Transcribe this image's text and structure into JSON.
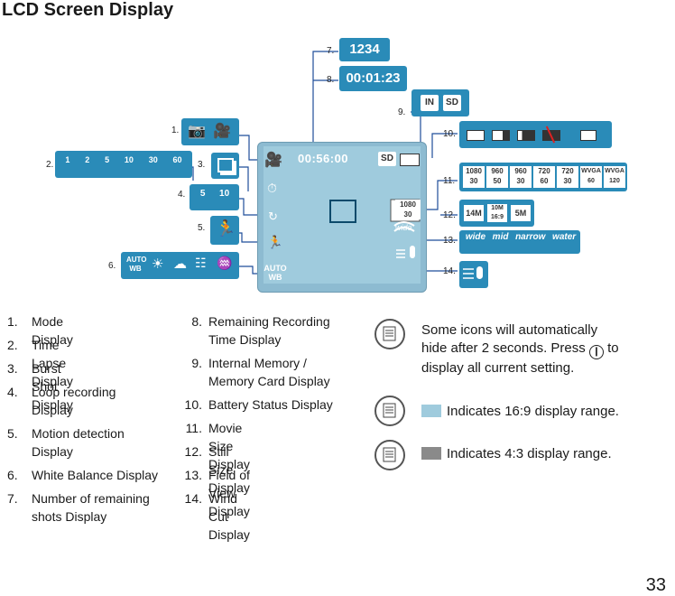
{
  "title": "LCD Screen Display",
  "callout_numbers": [
    "1.",
    "2.",
    "3.",
    "4.",
    "5.",
    "6.",
    "7.",
    "8.",
    "9.",
    "10.",
    "11.",
    "12.",
    "13.",
    "14."
  ],
  "lcd": {
    "recording_time": "00:56:00",
    "card_badge": "SD",
    "movie_size": "1080",
    "movie_fps": "30",
    "fov": "wide",
    "awb": "AUTO\nWB"
  },
  "remaining_shots": "1234",
  "remaining_time": "00:01:23",
  "memory_icons": [
    "IN",
    "SD"
  ],
  "time_lapse_icons": [
    "1",
    "2",
    "5",
    "10",
    "30",
    "60"
  ],
  "loop_icons": [
    "5",
    "10"
  ],
  "movie_sizes": [
    [
      "1080",
      "30"
    ],
    [
      "960",
      "50"
    ],
    [
      "960",
      "30"
    ],
    [
      "720",
      "60"
    ],
    [
      "720",
      "30"
    ],
    [
      "WVGA",
      "60"
    ],
    [
      "WVGA",
      "120"
    ]
  ],
  "still_sizes": [
    "14M",
    "10M",
    "5M"
  ],
  "still_sub": "16:9",
  "fov_options": [
    "wide",
    "mid",
    "narrow",
    "water"
  ],
  "wb_label": "AUTO WB",
  "list_left": [
    {
      "n": "1.",
      "t": "Mode Display"
    },
    {
      "n": "2.",
      "t": "Time Lapse Display"
    },
    {
      "n": "3.",
      "t": "Burst Shot Display"
    },
    {
      "n": "4.",
      "t": "Loop recording\nDisplay"
    },
    {
      "n": "5.",
      "t": "Motion detection\nDisplay"
    },
    {
      "n": "6.",
      "t": "White Balance Display"
    },
    {
      "n": "7.",
      "t": "Number of remaining\nshots Display"
    }
  ],
  "list_right": [
    {
      "n": "8.",
      "t": "Remaining Recording\nTime Display"
    },
    {
      "n": "9.",
      "t": "Internal Memory /\nMemory Card Display"
    },
    {
      "n": "10.",
      "t": "Battery Status Display"
    },
    {
      "n": "11.",
      "t": "Movie Size Display"
    },
    {
      "n": "12.",
      "t": "Still Size Display"
    },
    {
      "n": "13.",
      "t": "Field of View Display"
    },
    {
      "n": "14.",
      "t": "Wind Cut Display"
    }
  ],
  "notes": {
    "note1_a": "Some icons will automatically",
    "note1_b": "hide after 2 seconds. Press",
    "note1_c": "to",
    "note1_d": "display all current setting.",
    "note2": "Indicates 16:9 display range.",
    "note3": "Indicates 4:3 display range."
  },
  "colors": {
    "icon_blue": "#2a8bb8",
    "lcd_169": "#9fcbdd",
    "lcd_43": "#8a8a8a"
  },
  "page_number": "33"
}
